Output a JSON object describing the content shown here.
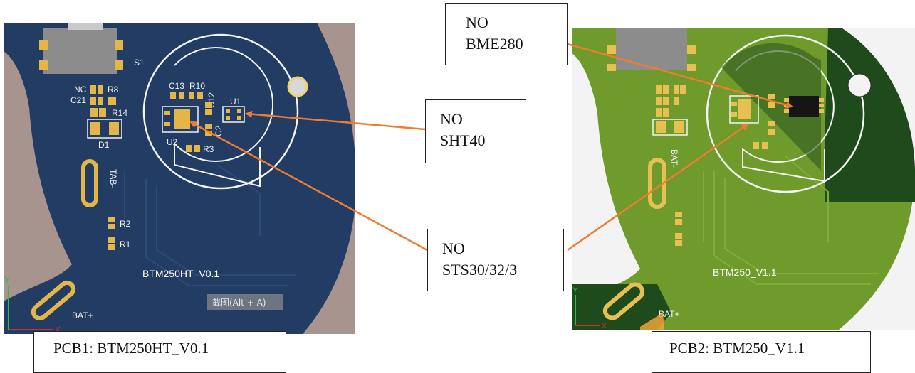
{
  "callouts": {
    "bme280": {
      "line1": "NO",
      "line2": "BME280"
    },
    "sht40": {
      "line1": "NO",
      "line2": "SHT40"
    },
    "sts3x": {
      "line1": "NO",
      "line2": "STS30/32/3"
    }
  },
  "captions": {
    "pcb1": "PCB1: BTM250HT_V0.1",
    "pcb2": "PCB2: BTM250_V1.1"
  },
  "pcb1": {
    "board_label": "BTM250HT_V0.1",
    "designators": {
      "s1": "S1",
      "nc": "NC",
      "r8": "R8",
      "c21": "C21",
      "r14": "R14",
      "d1": "D1",
      "c13": "C13",
      "r10": "R10",
      "c12": "C12",
      "u1": "U1",
      "u2": "U2",
      "c2": "C2",
      "r3": "R3",
      "tab": "TAB-",
      "r2": "R2",
      "r1": "R1",
      "bat_plus": "BAT+"
    },
    "axis_y": "Y",
    "axis_x": "X",
    "screenshot_hint": "截图(Alt + A)"
  },
  "pcb2": {
    "board_label": "BTM250_V1.1",
    "designators": {
      "bat_minus": "BAT-",
      "bat_plus": "BAT+"
    },
    "axis_y": "Y",
    "axis_x": "X"
  },
  "colors": {
    "pcb1_board": "#223c63",
    "pcb1_bg": "#a8948f",
    "pcb2_board": "#6f9a2c",
    "arrow": "#ed7d31"
  }
}
